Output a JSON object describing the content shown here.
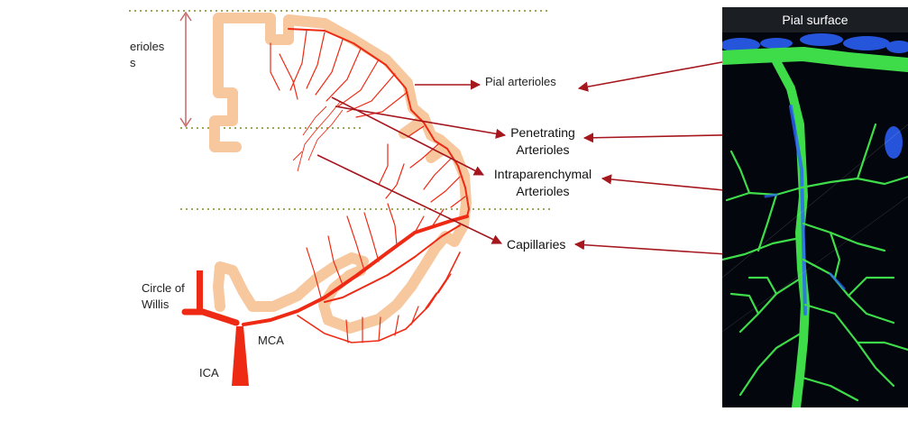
{
  "labels": {
    "arterioles_partial_1": "erioles",
    "arterioles_partial_2": "s",
    "pial_arterioles": "Pial arterioles",
    "penetrating_1": "Penetrating",
    "penetrating_2": "Arterioles",
    "intraparenchymal_1": "Intraparenchymal",
    "intraparenchymal_2": "Arterioles",
    "capillaries": "Capillaries",
    "circle_of_willis_1": "Circle of",
    "circle_of_willis_2": "Willis",
    "mca": "MCA",
    "ica": "ICA",
    "pial_surface": "Pial surface"
  },
  "colors": {
    "vessel_red": "#ee2a14",
    "cortex_tan": "#f7c79e",
    "arrow_dark_red": "#a5161d",
    "guide_dots": "#9aa85a",
    "microscopy_green": "#3fdc4a",
    "microscopy_blue": "#2b63ff",
    "microscopy_bg": "#03060d"
  }
}
